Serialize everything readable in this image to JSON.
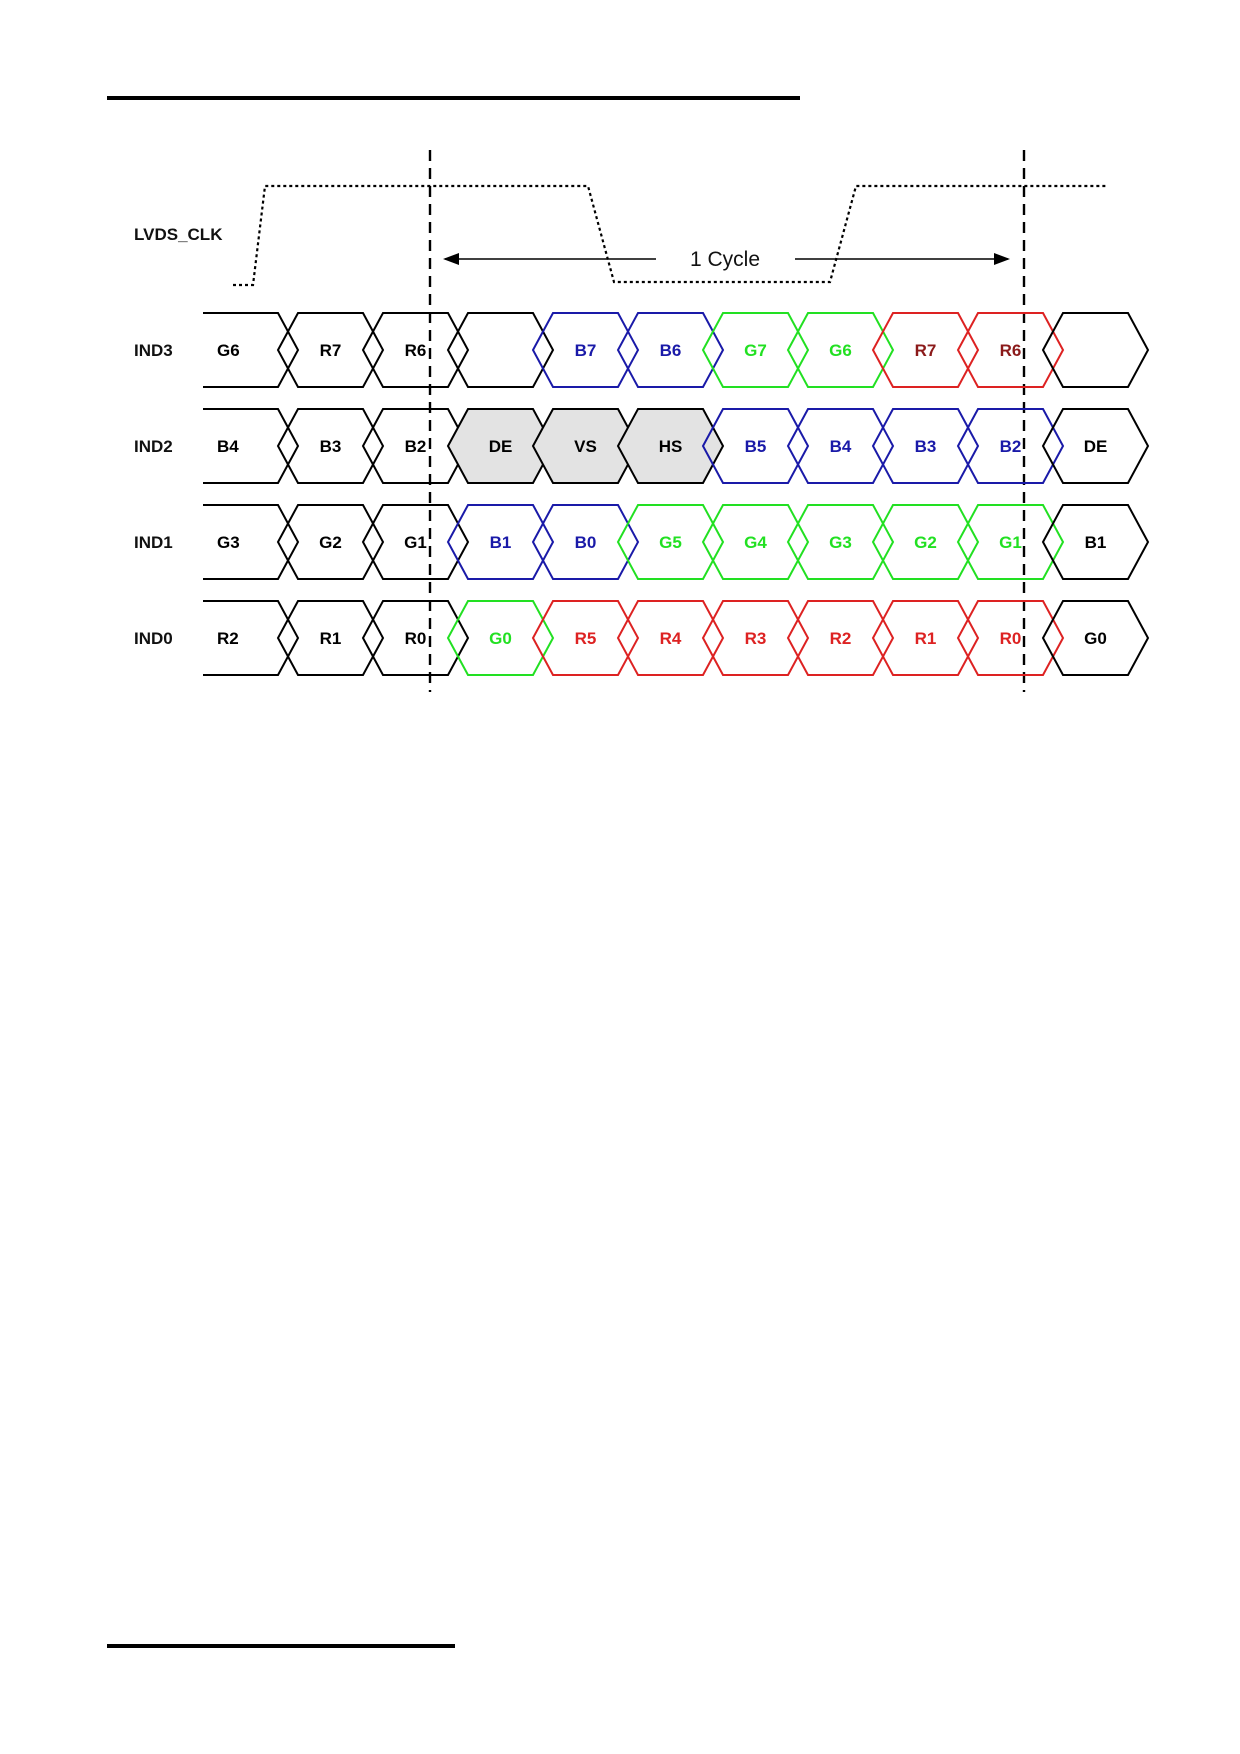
{
  "palette": {
    "black": "#000000",
    "blue": "#1a1aa8",
    "green": "#22e022",
    "red": "#dd2222",
    "darkred": "#8b1a1a",
    "control_fill": "#e3e3e3"
  },
  "clock": {
    "label": "LVDS_CLK",
    "cycle_label": "1 Cycle"
  },
  "signals": [
    {
      "id": "ind3",
      "label": "IND3",
      "cells": [
        {
          "text": "G6",
          "color": "black",
          "partial": true
        },
        {
          "text": "R7",
          "color": "black"
        },
        {
          "text": "R6",
          "color": "black"
        },
        {
          "text": "",
          "color": "black"
        },
        {
          "text": "B7",
          "color": "blue"
        },
        {
          "text": "B6",
          "color": "blue"
        },
        {
          "text": "G7",
          "color": "green"
        },
        {
          "text": "G6",
          "color": "green"
        },
        {
          "text": "R7",
          "color": "red",
          "text_color": "darkred"
        },
        {
          "text": "R6",
          "color": "red",
          "text_color": "darkred"
        },
        {
          "text": "",
          "color": "black"
        }
      ]
    },
    {
      "id": "ind2",
      "label": "IND2",
      "cells": [
        {
          "text": "B4",
          "color": "black",
          "partial": true
        },
        {
          "text": "B3",
          "color": "black"
        },
        {
          "text": "B2",
          "color": "black"
        },
        {
          "text": "DE",
          "color": "black",
          "fill": "control_fill"
        },
        {
          "text": "VS",
          "color": "black",
          "fill": "control_fill"
        },
        {
          "text": "HS",
          "color": "black",
          "fill": "control_fill"
        },
        {
          "text": "B5",
          "color": "blue"
        },
        {
          "text": "B4",
          "color": "blue"
        },
        {
          "text": "B3",
          "color": "blue"
        },
        {
          "text": "B2",
          "color": "blue"
        },
        {
          "text": "DE",
          "color": "black"
        }
      ]
    },
    {
      "id": "ind1",
      "label": "IND1",
      "cells": [
        {
          "text": "G3",
          "color": "black",
          "partial": true
        },
        {
          "text": "G2",
          "color": "black"
        },
        {
          "text": "G1",
          "color": "black"
        },
        {
          "text": "B1",
          "color": "blue"
        },
        {
          "text": "B0",
          "color": "blue"
        },
        {
          "text": "G5",
          "color": "green"
        },
        {
          "text": "G4",
          "color": "green"
        },
        {
          "text": "G3",
          "color": "green"
        },
        {
          "text": "G2",
          "color": "green"
        },
        {
          "text": "G1",
          "color": "green"
        },
        {
          "text": "B1",
          "color": "black"
        }
      ]
    },
    {
      "id": "ind0",
      "label": "IND0",
      "cells": [
        {
          "text": "R2",
          "color": "black",
          "partial": true
        },
        {
          "text": "R1",
          "color": "black"
        },
        {
          "text": "R0",
          "color": "black"
        },
        {
          "text": "G0",
          "color": "green"
        },
        {
          "text": "R5",
          "color": "red"
        },
        {
          "text": "R4",
          "color": "red"
        },
        {
          "text": "R3",
          "color": "red"
        },
        {
          "text": "R2",
          "color": "red"
        },
        {
          "text": "R1",
          "color": "red"
        },
        {
          "text": "R0",
          "color": "red"
        },
        {
          "text": "G0",
          "color": "black"
        }
      ]
    }
  ]
}
